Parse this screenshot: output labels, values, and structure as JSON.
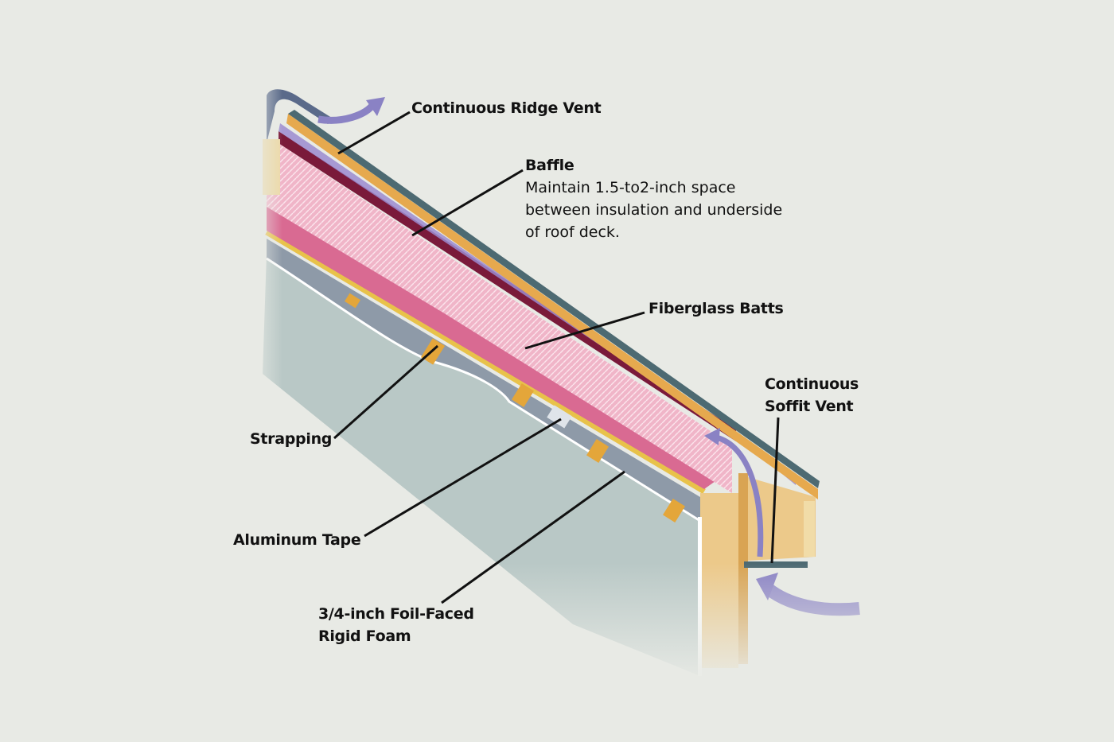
{
  "labels": {
    "ridge_vent": "Continuous Ridge Vent",
    "baffle_title": "Baffle",
    "baffle_desc": [
      "Maintain 1.5-to2-inch space",
      "between insulation and underside",
      "of roof deck."
    ],
    "fiberglass": "Fiberglass Batts",
    "soffit": [
      "Continuous",
      "Soffit Vent"
    ],
    "strapping": "Strapping",
    "aluminum_tape": "Aluminum Tape",
    "foam": [
      "3/4-inch Foil-Faced",
      "Rigid Foam"
    ]
  },
  "colors": {
    "background": "#e8eae5",
    "insulation": "#e58aa8",
    "baffle": "#7a1a3a",
    "wood": "#e6b25e",
    "airflow": "#8a82c4",
    "drywall": "#b8c8c6"
  }
}
